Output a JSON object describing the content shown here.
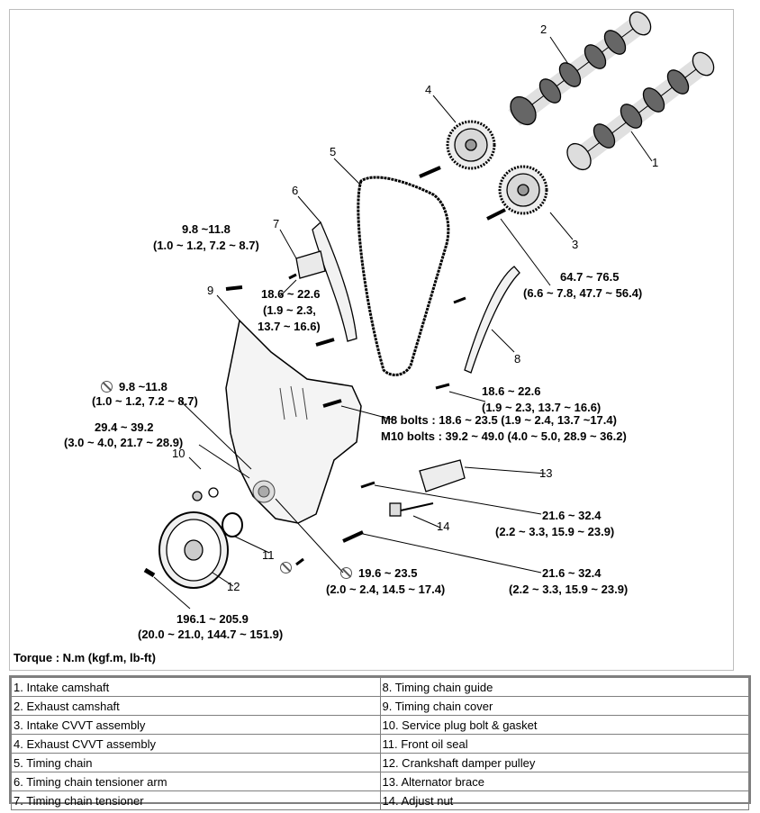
{
  "figure": {
    "callouts": [
      {
        "id": "c1",
        "text": "1"
      },
      {
        "id": "c2",
        "text": "2"
      },
      {
        "id": "c3",
        "text": "3"
      },
      {
        "id": "c4",
        "text": "4"
      },
      {
        "id": "c5",
        "text": "5"
      },
      {
        "id": "c6",
        "text": "6"
      },
      {
        "id": "c7",
        "text": "7"
      },
      {
        "id": "c8",
        "text": "8"
      },
      {
        "id": "c9",
        "text": "9"
      },
      {
        "id": "c10",
        "text": "10"
      },
      {
        "id": "c11",
        "text": "11"
      },
      {
        "id": "c12",
        "text": "12"
      },
      {
        "id": "c13",
        "text": "13"
      },
      {
        "id": "c14",
        "text": "14"
      }
    ],
    "torques": [
      {
        "line1": "9.8 ~11.8",
        "line2": "(1.0 ~ 1.2, 7.2 ~ 8.7)"
      },
      {
        "line1": "18.6 ~ 22.6",
        "line2": "(1.9 ~ 2.3,",
        "line3": "13.7 ~ 16.6)"
      },
      {
        "line1": "64.7 ~ 76.5",
        "line2": "(6.6 ~ 7.8, 47.7 ~ 56.4)"
      },
      {
        "line1": "18.6 ~ 22.6",
        "line2": "(1.9 ~ 2.3, 13.7 ~ 16.6)"
      },
      {
        "line1": "9.8 ~11.8",
        "line2": "(1.0 ~ 1.2, 7.2 ~ 8.7)"
      },
      {
        "line1": "29.4 ~ 39.2",
        "line2": "(3.0 ~ 4.0, 21.7 ~ 28.9)"
      },
      {
        "line1": "M8 bolts : 18.6 ~ 23.5 (1.9 ~ 2.4, 13.7 ~17.4)",
        "line2": "M10 bolts : 39.2 ~ 49.0 (4.0 ~ 5.0, 28.9 ~ 36.2)"
      },
      {
        "line1": "21.6 ~ 32.4",
        "line2": "(2.2 ~ 3.3, 15.9 ~ 23.9)"
      },
      {
        "line1": "21.6 ~ 32.4",
        "line2": "(2.2 ~ 3.3, 15.9 ~ 23.9)"
      },
      {
        "line1": "19.6 ~ 23.5",
        "line2": "(2.0 ~ 2.4, 14.5 ~ 17.4)"
      },
      {
        "line1": "196.1 ~ 205.9",
        "line2": "(20.0 ~ 21.0, 144.7 ~ 151.9)"
      }
    ],
    "torque_unit": "Torque : N.m (kgf.m, lb-ft)"
  },
  "legend": {
    "rows": [
      [
        "1. Intake camshaft",
        "8. Timing chain guide"
      ],
      [
        "2. Exhaust camshaft",
        "9. Timing chain cover"
      ],
      [
        "3. Intake CVVT assembly",
        "10. Service plug bolt & gasket"
      ],
      [
        "4. Exhaust CVVT assembly",
        "11. Front oil seal"
      ],
      [
        "5. Timing chain",
        "12. Crankshaft damper pulley"
      ],
      [
        "6. Timing chain tensioner arm",
        "13. Alternator brace"
      ],
      [
        "7. Timing chain tensioner",
        "14. Adjust nut"
      ]
    ]
  }
}
